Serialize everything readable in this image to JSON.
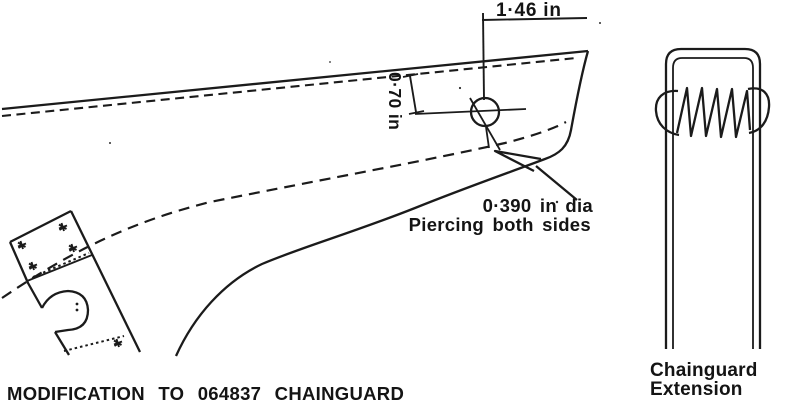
{
  "figure": {
    "caption": "MODIFICATION TO 064837 CHAINGUARD",
    "main_view": {
      "dimension_horizontal": "1·46 in",
      "dimension_vertical": "0·70 in",
      "hole_note_line1": "0·390 in dia",
      "hole_note_line2": "Piercing both sides"
    },
    "side_view": {
      "label_line1": "Chainguard",
      "label_line2": "Extension"
    },
    "colors": {
      "ink": "#1b1b1b",
      "background": "#ffffff"
    }
  }
}
